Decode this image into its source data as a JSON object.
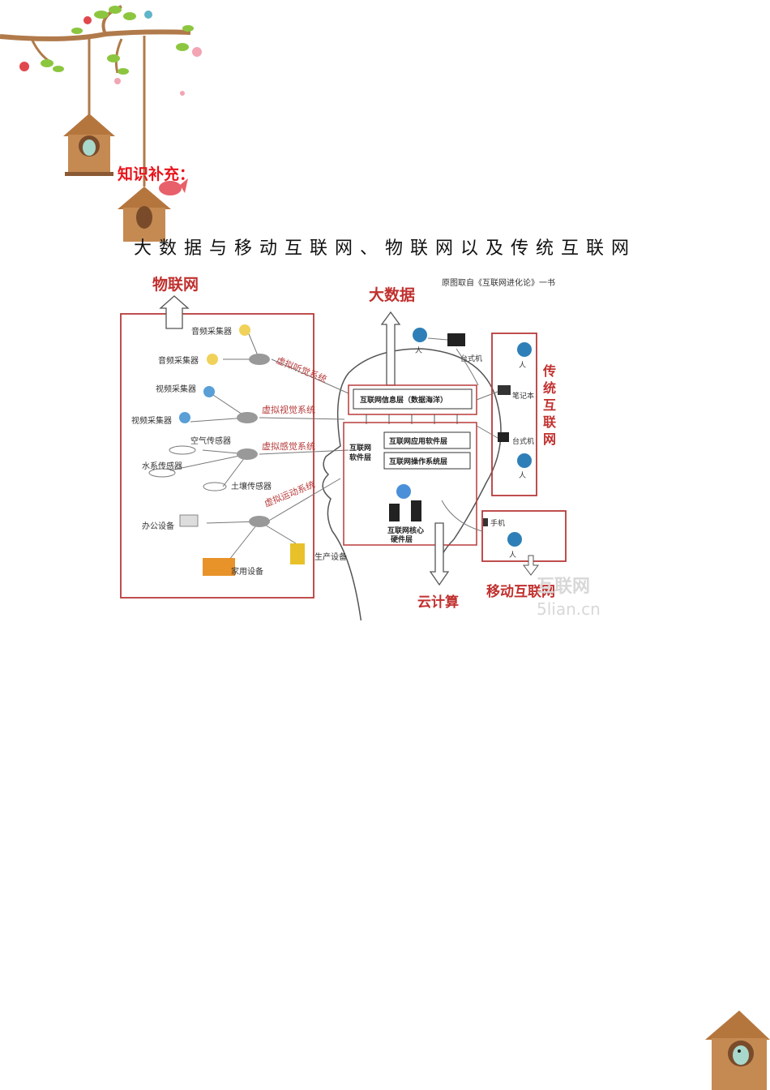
{
  "heading": {
    "knowledge_label": "知识补充：",
    "title": "大数据与移动互联网、物联网以及传统互联网"
  },
  "diagram": {
    "source_note": "原图取自《互联网进化论》一书",
    "iot": {
      "title": "物联网",
      "devices": [
        "音频采集器",
        "音频采集器",
        "视频采集器",
        "视频采集器",
        "空气传感器",
        "水系传感器",
        "土壤传感器",
        "办公设备",
        "家用设备",
        "生产设备"
      ],
      "systems": [
        "虚拟听觉系统",
        "虚拟视觉系统",
        "虚拟感觉系统",
        "虚拟运动系统"
      ]
    },
    "big_data": {
      "title": "大数据"
    },
    "core": {
      "info_layer": "互联网信息层（数据海洋）",
      "software_layer": "互联网软件层",
      "app_layer": "互联网应用软件层",
      "os_layer": "互联网操作系统层",
      "hardware_layer": "互联网核心硬件层"
    },
    "cloud": {
      "title": "云计算"
    },
    "traditional": {
      "title": "传统互联网",
      "items": [
        "台式机",
        "笔记本",
        "台式机"
      ]
    },
    "mobile": {
      "title": "移动互联网",
      "items": [
        "手机"
      ]
    },
    "person_label": "人",
    "watermark": {
      "cn": "互联网",
      "en": "5lian.cn"
    }
  },
  "colors": {
    "accent_red": "#e8141b",
    "diagram_red": "#b83b3b",
    "branch": "#b07a4a",
    "leaf": "#8cc63f"
  }
}
